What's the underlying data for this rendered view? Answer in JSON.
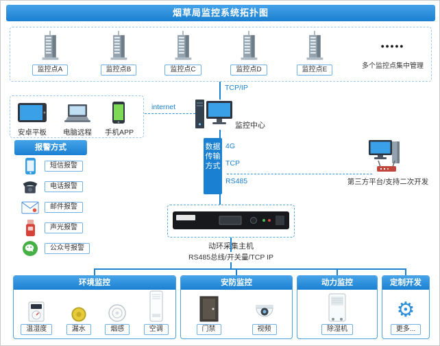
{
  "title": "烟草局监控系统拓扑图",
  "monitoring_points": {
    "items": [
      {
        "label": "监控点A"
      },
      {
        "label": "监控点B"
      },
      {
        "label": "监控点C"
      },
      {
        "label": "监控点D"
      },
      {
        "label": "监控点E"
      }
    ],
    "dots": "•••••",
    "note": "多个监控点集中管理"
  },
  "links": {
    "tcp_ip": "TCP/IP",
    "internet": "internet",
    "bus": "RS485总线/开关量/TCP IP"
  },
  "clients": {
    "items": [
      {
        "label": "安卓平板"
      },
      {
        "label": "电脑远程"
      },
      {
        "label": "手机APP"
      }
    ]
  },
  "center": {
    "label": "监控中心"
  },
  "alarm": {
    "title": "报警方式",
    "items": [
      {
        "label": "短信报警"
      },
      {
        "label": "电话报警"
      },
      {
        "label": "邮件报警"
      },
      {
        "label": "声光报警"
      },
      {
        "label": "公众号报警"
      }
    ]
  },
  "transmission": {
    "title": "数据传输方式",
    "modes": [
      "4G",
      "TCP",
      "RS485"
    ]
  },
  "third_party": {
    "label": "第三方平台/支持二次开发"
  },
  "host": {
    "label": "动环采集主机"
  },
  "sections": [
    {
      "title": "环境监控",
      "items": [
        {
          "label": "温湿度"
        },
        {
          "label": "漏水"
        },
        {
          "label": "烟感"
        },
        {
          "label": "空调"
        }
      ]
    },
    {
      "title": "安防监控",
      "items": [
        {
          "label": "门禁"
        },
        {
          "label": "视频"
        }
      ]
    },
    {
      "title": "动力监控",
      "items": [
        {
          "label": "除湿机"
        }
      ]
    },
    {
      "title": "定制开发",
      "items": [
        {
          "label": "更多..."
        }
      ]
    }
  ],
  "icons": {
    "gear": "⚙"
  },
  "colors": {
    "accent": "#1a80d2",
    "dash_border": "#9cc8ec",
    "section_border": "#4aa0de"
  }
}
